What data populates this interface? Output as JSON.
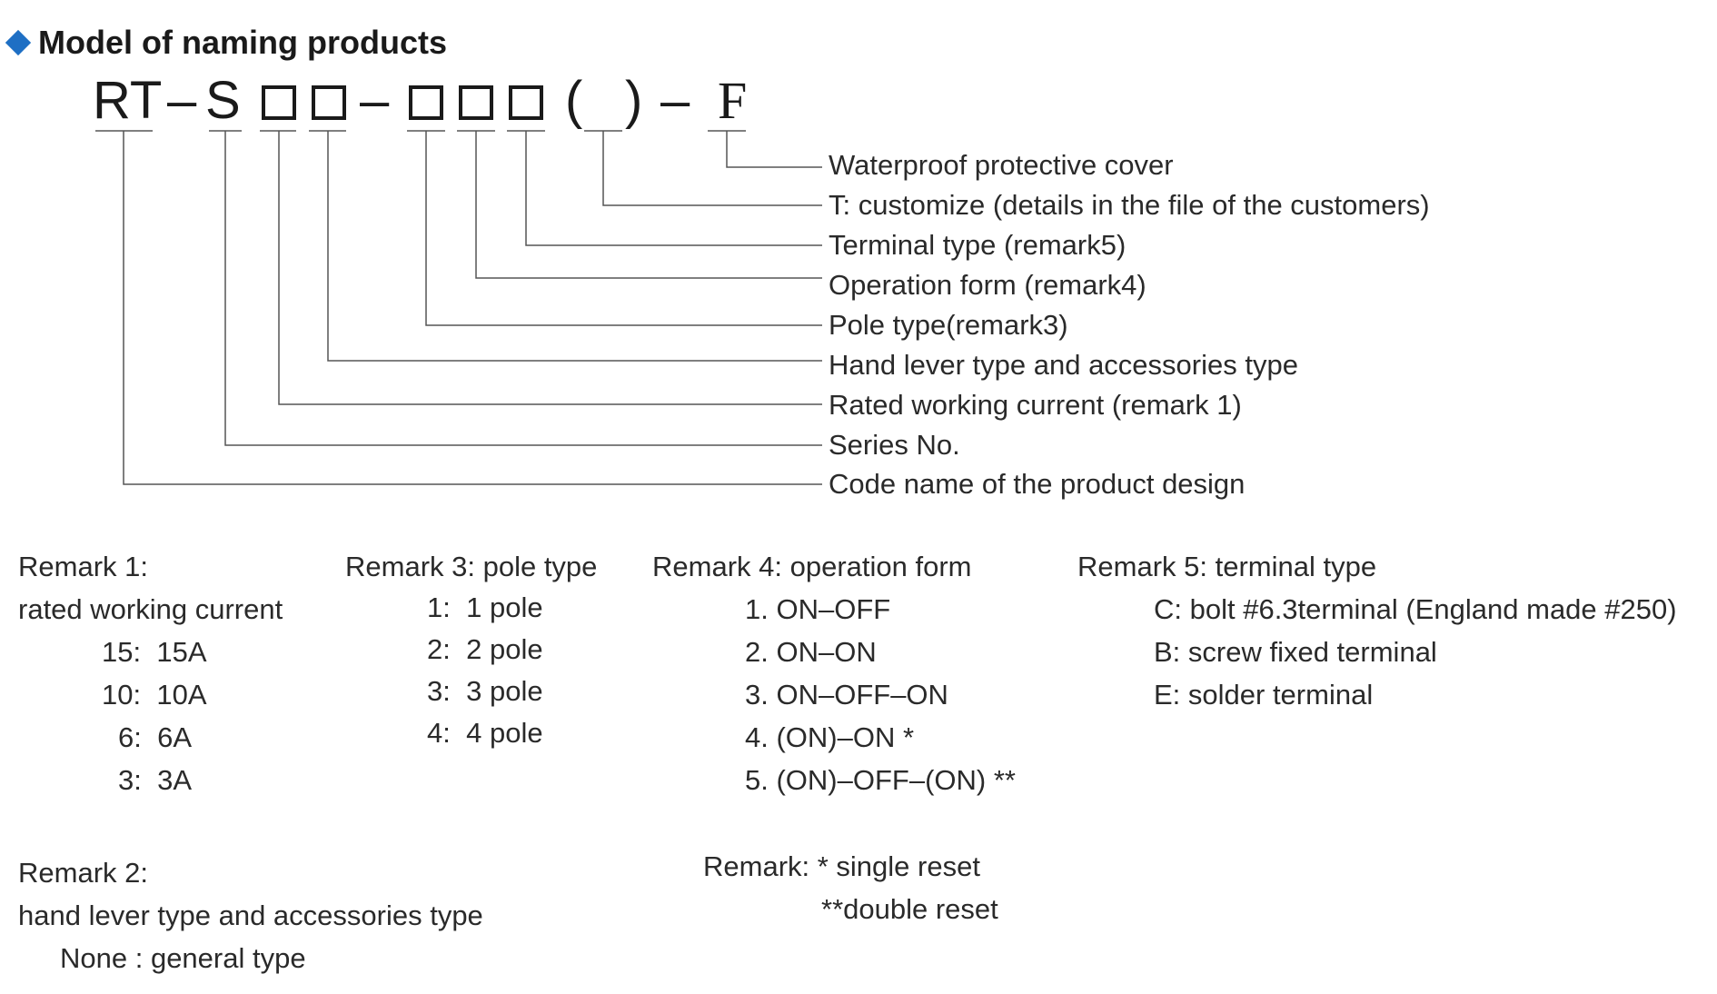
{
  "title": "Model of naming products",
  "model_code": {
    "prefix": "RT",
    "dash": "–",
    "series": "S",
    "paren_open": "(",
    "paren_close": ")",
    "suffix": "F"
  },
  "fields": [
    "Waterproof protective cover",
    "T: customize (details in the file of the customers)",
    "Terminal type (remark5)",
    "Operation form (remark4)",
    "Pole type(remark3)",
    "Hand lever type and accessories type",
    "Rated working current (remark 1)",
    "Series No.",
    "Code name of the product design"
  ],
  "remark1": {
    "title": "Remark 1:",
    "subtitle": "rated working current",
    "items": [
      {
        "code": "15",
        "sep": ":",
        "value": "15A"
      },
      {
        "code": "10",
        "sep": ":",
        "value": "10A"
      },
      {
        "code": "6",
        "sep": ":",
        "value": "6A"
      },
      {
        "code": "3",
        "sep": ":",
        "value": "3A"
      }
    ]
  },
  "remark2": {
    "title": "Remark 2:",
    "subtitle": "hand lever type and accessories type",
    "item": "None : general type"
  },
  "remark3": {
    "title": "Remark 3: pole type",
    "items": [
      {
        "code": "1",
        "sep": ":",
        "value": "1 pole"
      },
      {
        "code": "2",
        "sep": ":",
        "value": "2 pole"
      },
      {
        "code": "3",
        "sep": ":",
        "value": "3 pole"
      },
      {
        "code": "4",
        "sep": ":",
        "value": "4 pole"
      }
    ]
  },
  "remark4": {
    "title": "Remark 4: operation form",
    "items": [
      "1. ON–OFF",
      "2. ON–ON",
      "3. ON–OFF–ON",
      "4. (ON)–ON  *",
      "5. (ON)–OFF–(ON) **"
    ]
  },
  "remark5": {
    "title": "Remark 5: terminal type",
    "items": [
      "C: bolt #6.3terminal (England made #250)",
      "B: screw fixed terminal",
      "E: solder terminal"
    ]
  },
  "reset_note": {
    "line1": "Remark:  * single reset",
    "line2": "**double reset"
  }
}
